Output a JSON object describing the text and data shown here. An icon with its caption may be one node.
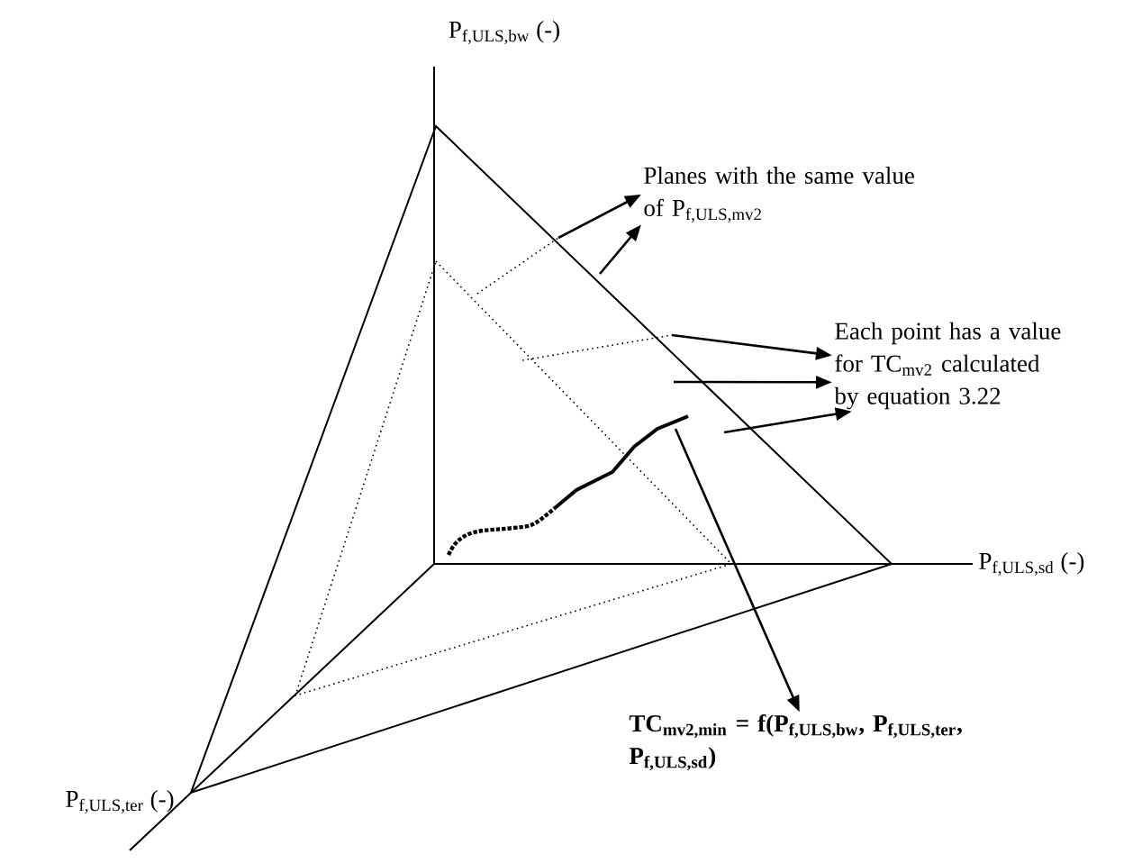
{
  "diagram": {
    "nodes": [
      {
        "text": [
          "P$_{f,ULS,bw}$ (-)"
        ]
      },
      {
        "text": [
          "P$_{f,ULS,sd}$ (-)"
        ]
      },
      {
        "text": [
          "P$_{f,ULS,ter}$ (-)"
        ]
      },
      {
        "text": [
          "Planes with the same value of P$_{f,ULS,mv2}$"
        ]
      },
      {
        "text": [
          "Each point has a value for TC$_{mv2}$ calculated by equation 3.22"
        ]
      },
      {
        "text": [
          "TC$_{mv2,min}$ = f(P$_{f,ULS,bw}$, P$_{f,ULS,ter}$, P$_{f,ULS,sd}$)"
        ]
      }
    ],
    "edges": [
      {
        "from": null,
        "to": 3,
        "arrow": "to"
      },
      {
        "from": null,
        "to": 3,
        "arrow": "to"
      },
      {
        "from": null,
        "to": 4,
        "arrow": "to"
      },
      {
        "from": null,
        "to": 4,
        "arrow": "to"
      },
      {
        "from": null,
        "to": 4,
        "arrow": "to"
      },
      {
        "from": null,
        "to": 5,
        "arrow": "to"
      }
    ]
  }
}
